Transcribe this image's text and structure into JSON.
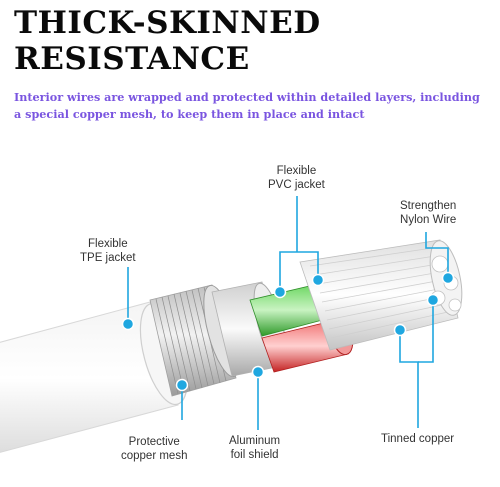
{
  "heading": {
    "line1": "THICK-SKINNED",
    "line2": "RESISTANCE"
  },
  "description": {
    "line1": "Interior wires are wrapped and protected within detailed layers, including",
    "line2": "a special copper mesh, to keep them in place and intact"
  },
  "callouts": {
    "pvc_jacket": {
      "line1": "Flexible",
      "line2": "PVC jacket"
    },
    "nylon_wire": {
      "line1": "Strengthen",
      "line2": "Nylon Wire"
    },
    "tpe_jacket": {
      "line1": "Flexible",
      "line2": "TPE jacket"
    },
    "copper_mesh": {
      "line1": "Protective",
      "line2": "copper mesh"
    },
    "foil_shield": {
      "line1": "Aluminum",
      "line2": "foil shield"
    },
    "tinned_copper": {
      "line1": "Tinned copper"
    }
  },
  "colors": {
    "heading": "#0a0a0a",
    "description": "#7a55e0",
    "callout_line": "#1fa7e0",
    "green_wire": "#3fbf3a",
    "red_wire": "#d93a3a"
  },
  "icons": {
    "callout_dot": "filled-circle"
  }
}
